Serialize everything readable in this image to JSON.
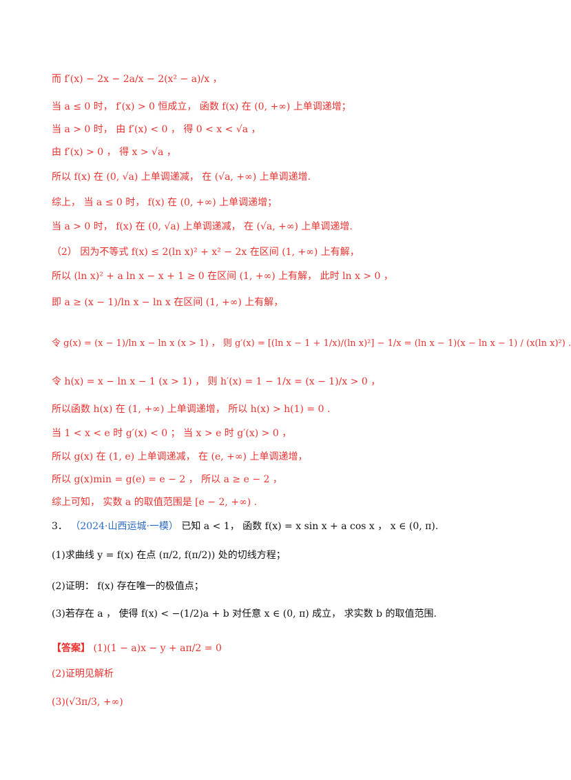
{
  "lines": [
    {
      "text": "而 f′(x) − 2x − 2a/x − 2(x² − a)/x ，",
      "class": "red"
    },
    {
      "text": "当 a ≤ 0 时， f′(x) > 0 恒成立， 函数 f(x) 在 (0, +∞) 上单调递增；",
      "class": "red"
    },
    {
      "text": "当 a > 0 时， 由 f′(x) < 0 ， 得 0 < x < √a ，",
      "class": "red"
    },
    {
      "text": "由 f′(x) > 0 ， 得 x > √a ，",
      "class": "red"
    },
    {
      "text": "所以 f(x) 在 (0, √a) 上单调递减， 在 (√a, +∞) 上单调递增.",
      "class": "red"
    },
    {
      "text": "综上， 当 a ≤ 0 时， f(x) 在 (0, +∞) 上单调递增；",
      "class": "red"
    },
    {
      "text": "当 a > 0 时， f(x) 在 (0, √a) 上单调递减， 在 (√a, +∞) 上单调递增.",
      "class": "red"
    },
    {
      "text": "（2） 因为不等式 f(x) ≤ 2(ln x)² + x² − 2x 在区间 (1, +∞) 上有解，",
      "class": "red"
    },
    {
      "text": "所以 (ln x)² + a ln x − x + 1 ≥ 0 在区间 (1, +∞) 上有解， 此时 ln x > 0 ，",
      "class": "red"
    },
    {
      "text": "即 a ≥ (x − 1)/ln x − ln x 在区间 (1, +∞) 上有解，",
      "class": "red"
    },
    {
      "text": "令 g(x) = (x − 1)/ln x − ln x (x > 1) ， 则 g′(x) = [(ln x − 1 + 1/x)/(ln x)²] − 1/x = (ln x − 1)(x − ln x − 1) / (x(ln x)²) .",
      "class": "red"
    },
    {
      "text": "令 h(x) = x − ln x − 1 (x > 1) ， 则 h′(x) = 1 − 1/x = (x − 1)/x > 0 ，",
      "class": "red"
    },
    {
      "text": "所以函数 h(x) 在 (1, +∞) 上单调递增， 所以 h(x) > h(1) = 0 .",
      "class": "red"
    },
    {
      "text": "当 1 < x < e 时 g′(x) < 0 ； 当 x > e 时 g′(x) > 0 ，",
      "class": "red"
    },
    {
      "text": "所以 g(x) 在 (1, e) 上单调递减， 在 (e, +∞) 上单调递增，",
      "class": "red"
    },
    {
      "text": "所以 g(x)min = g(e) = e − 2 ， 所以 a ≥ e − 2 ，",
      "class": "red"
    },
    {
      "text": "综上可知， 实数 a 的取值范围是 [e − 2, +∞) .",
      "class": "red"
    }
  ],
  "q3": {
    "num": "3．",
    "source": "（2024·山西运城·一模）",
    "stem": "已知 a < 1， 函数 f(x) = x sin x + a cos x ， x ∈ (0, π).",
    "p1": "(1)求曲线 y = f(x) 在点 (π/2, f(π/2)) 处的切线方程；",
    "p2": "(2)证明： f(x) 存在唯一的极值点；",
    "p3": "(3)若存在 a ， 使得 f(x) < −(1/2)a + b 对任意 x ∈ (0, π) 成立， 求实数 b 的取值范围."
  },
  "answer": {
    "label": "【答案】",
    "a1": "(1)(1 − a)x − y + aπ/2 = 0",
    "a2": "(2)证明见解析",
    "a3": "(3)(√3π/3, +∞)"
  }
}
